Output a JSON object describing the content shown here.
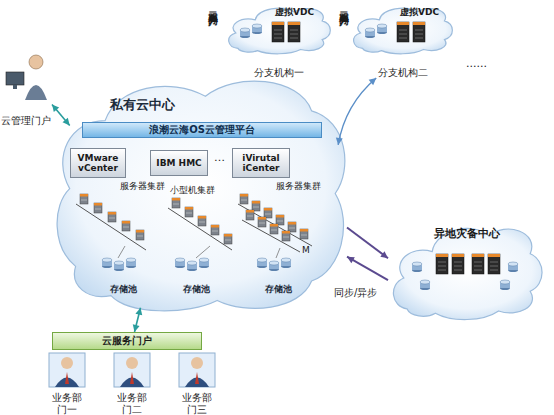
{
  "diagram": {
    "nodes": [
      {
        "text": [
          "私有云中心"
        ]
      },
      {
        "text": [
          "浪潮云海OS云管理平台"
        ],
        "in": 0
      },
      {
        "text": [
          "VMware vCenter"
        ],
        "in": 0
      },
      {
        "text": [
          "IBM HMC"
        ],
        "in": 0
      },
      {
        "text": [
          "iVirutal iCenter"
        ],
        "in": 0
      },
      {
        "text": [
          "存储池"
        ],
        "in": 0
      },
      {
        "text": [
          "存储池"
        ],
        "in": 0
      },
      {
        "text": [
          "存储池"
        ],
        "in": 0
      },
      {
        "text": [
          "虚拟VDC",
          "分支机构一"
        ]
      },
      {
        "text": [
          "虚拟VDC",
          "分支机构二"
        ]
      },
      {
        "text": [
          "异地灾备中心"
        ]
      },
      {
        "text": [
          "云管理门户"
        ]
      },
      {
        "text": [
          "云服务门户"
        ]
      },
      {
        "text": [
          "业务部门一"
        ]
      },
      {
        "text": [
          "业务部门二"
        ]
      },
      {
        "text": [
          "业务部门三"
        ]
      }
    ],
    "edges": [
      {
        "from": 11,
        "to": 0,
        "arrow": "both"
      },
      {
        "from": 0,
        "to": 9,
        "arrow": "both"
      },
      {
        "from": 0,
        "to": 10,
        "arrow": "to",
        "label": "同步/异步"
      },
      {
        "from": 10,
        "to": 0,
        "arrow": "to"
      },
      {
        "from": 0,
        "to": 12,
        "arrow": "both"
      }
    ],
    "labels": [
      "云服务门户",
      "云服务门户",
      "服务器集群",
      "小型机集群",
      "服务器集群",
      "…",
      "M",
      "......"
    ]
  }
}
